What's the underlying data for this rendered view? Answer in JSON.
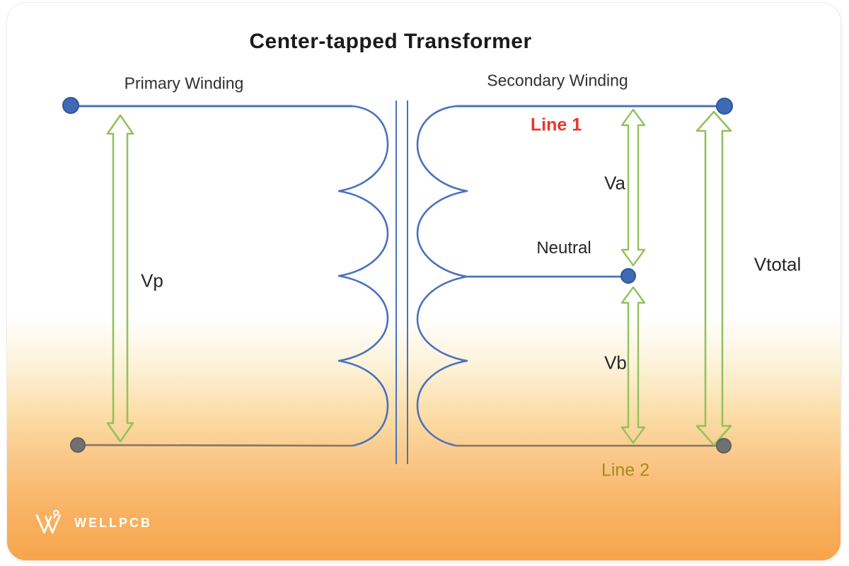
{
  "diagram": {
    "title": "Center-tapped Transformer",
    "labels": {
      "primary_winding": "Primary Winding",
      "secondary_winding": "Secondary Winding",
      "line1": "Line 1",
      "line2": "Line 2",
      "neutral": "Neutral",
      "vp": "Vp",
      "va": "Va",
      "vb": "Vb",
      "vtotal": "Vtotal"
    },
    "colors": {
      "wire_blue": "#4a72bd",
      "wire_gray": "#857663",
      "core_blue": "#4a72bd",
      "arrow_green": "#93c15e",
      "terminal_blue_fill": "#3e6ab4",
      "terminal_blue_stroke": "#2c55a0",
      "terminal_gray_fill": "#717171",
      "terminal_gray_stroke": "#5e5e5e",
      "line1_red": "#e8352d",
      "line2_gold": "#a8891f",
      "background_orange": "#f8a54c"
    }
  },
  "branding": {
    "logo_text": "WELLPCB"
  }
}
